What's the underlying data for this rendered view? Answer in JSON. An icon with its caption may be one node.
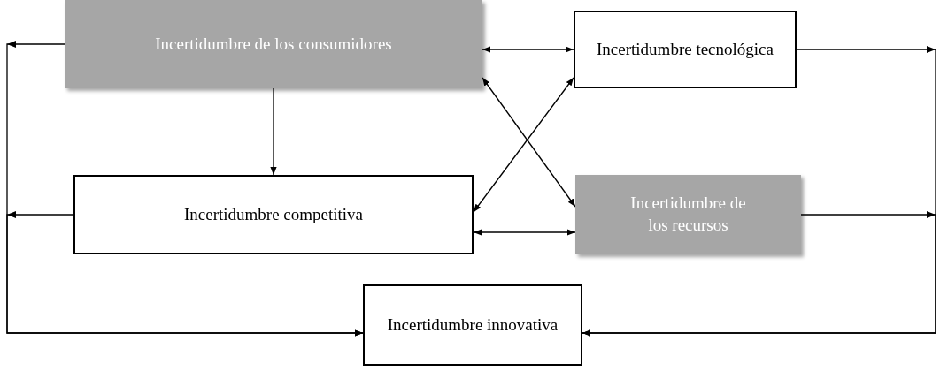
{
  "diagram": {
    "nodes": [
      {
        "text": [
          "Incertidumbre de los consumidores"
        ]
      },
      {
        "text": [
          "Incertidumbre tecnológica"
        ]
      },
      {
        "text": [
          "Incertidumbre competitiva"
        ]
      },
      {
        "text": [
          "Incertidumbre de los recursos"
        ]
      },
      {
        "text": [
          "Incertidumbre innovativa"
        ]
      }
    ],
    "edges": [
      {
        "from": 0,
        "to": 1,
        "arrow": "both"
      },
      {
        "from": 0,
        "to": 2,
        "arrow": "to"
      },
      {
        "from": 0,
        "to": 3,
        "arrow": "both"
      },
      {
        "from": 2,
        "to": 1,
        "arrow": "both"
      },
      {
        "from": 2,
        "to": 3,
        "arrow": "both"
      },
      {
        "from": 0,
        "to": 4,
        "arrow": "to"
      },
      {
        "from": 2,
        "to": 4,
        "arrow": "to"
      },
      {
        "from": 1,
        "to": 4,
        "arrow": "to"
      },
      {
        "from": 3,
        "to": 4,
        "arrow": "to"
      }
    ]
  }
}
